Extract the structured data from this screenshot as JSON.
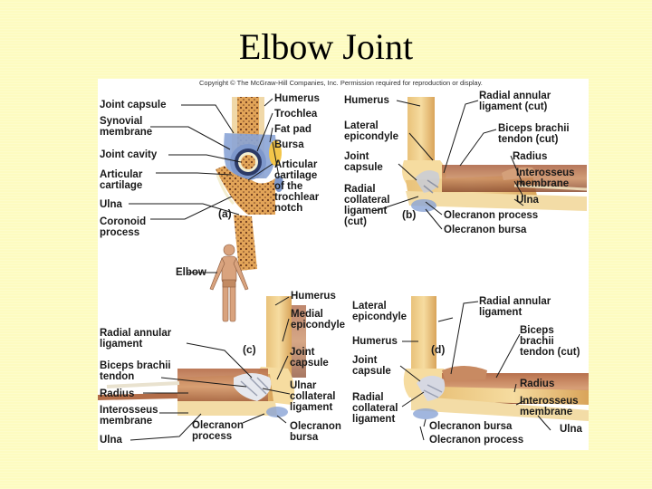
{
  "title": "Elbow Joint",
  "credit": "Copyright © The McGraw-Hill Companies, Inc. Permission required for reproduction or display.",
  "panels": {
    "a": {
      "tag": "(a)",
      "left_labels": [
        "Joint capsule",
        "Synovial\nmembrane",
        "Joint cavity",
        "Articular\ncartilage",
        "Ulna",
        "Coronoid\nprocess"
      ],
      "right_labels": [
        "Humerus",
        "Trochlea",
        "Fat pad",
        "Bursa",
        "Articular\ncartilage\nof the\ntrochlear\nnotch"
      ]
    },
    "b": {
      "tag": "(b)",
      "left_labels": [
        "Humerus",
        "Lateral\nepicondyle",
        "Joint\ncapsule",
        "Radial\ncollateral\nligament\n(cut)"
      ],
      "right_labels": [
        "Radial annular\nligament (cut)",
        "Biceps brachii\ntendon (cut)",
        "Radius",
        "Interosseus\nmembrane",
        "Ulna",
        "Olecranon process",
        "Olecranon bursa"
      ]
    },
    "c": {
      "tag": "(c)",
      "left_labels": [
        "Radial annular\nligament",
        "Biceps brachii\ntendon",
        "Radius",
        "Interosseus\nmembrane",
        "Ulna"
      ],
      "top_labels": [
        "Humerus",
        "Medial\nepicondyle"
      ],
      "bottom_labels": [
        "Joint\ncapsule",
        "Ulnar\ncollateral\nligament",
        "Olecranon\nprocess",
        "Olecranon\nbursa"
      ]
    },
    "d": {
      "tag": "(d)",
      "left_labels": [
        "Lateral\nepicondyle",
        "Humerus",
        "Joint\ncapsule",
        "Radial\ncollateral\nligament"
      ],
      "right_labels": [
        "Radial annular\nligament",
        "Biceps\nbrachii\ntendon (cut)",
        "Radius",
        "Interosseus\nmembrane",
        "Ulna"
      ],
      "bottom_labels": [
        "Olecranon bursa",
        "Olecranon process"
      ]
    },
    "body": {
      "label": "Elbow"
    }
  }
}
